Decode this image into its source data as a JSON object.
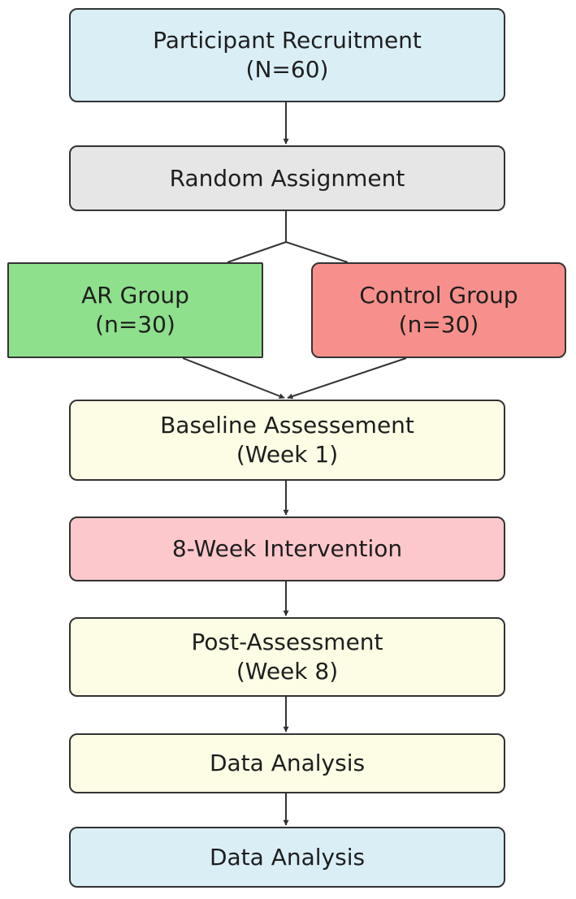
{
  "nodes": {
    "recruitment": {
      "title": "Participant Recruitment",
      "detail": "(N=60)"
    },
    "random_assignment": {
      "title": "Random Assignment"
    },
    "ar_group": {
      "title": "AR Group",
      "detail": "(n=30)"
    },
    "control_group": {
      "title": "Control Group",
      "detail": "(n=30)"
    },
    "baseline": {
      "title": "Baseline Assessement",
      "detail": "(Week 1)"
    },
    "intervention": {
      "title": "8-Week Intervention"
    },
    "post_assessment": {
      "title": "Post-Assessment",
      "detail": "(Week 8)"
    },
    "analysis_1": {
      "title": "Data Analysis"
    },
    "analysis_2": {
      "title": "Data Analysis"
    }
  },
  "colors": {
    "blue": "#daeef6",
    "gray": "#e6e6e6",
    "green": "#8ee08c",
    "red": "#f7908c",
    "cream": "#fdfde6",
    "pink": "#fdc8cc",
    "stroke": "#333333"
  }
}
